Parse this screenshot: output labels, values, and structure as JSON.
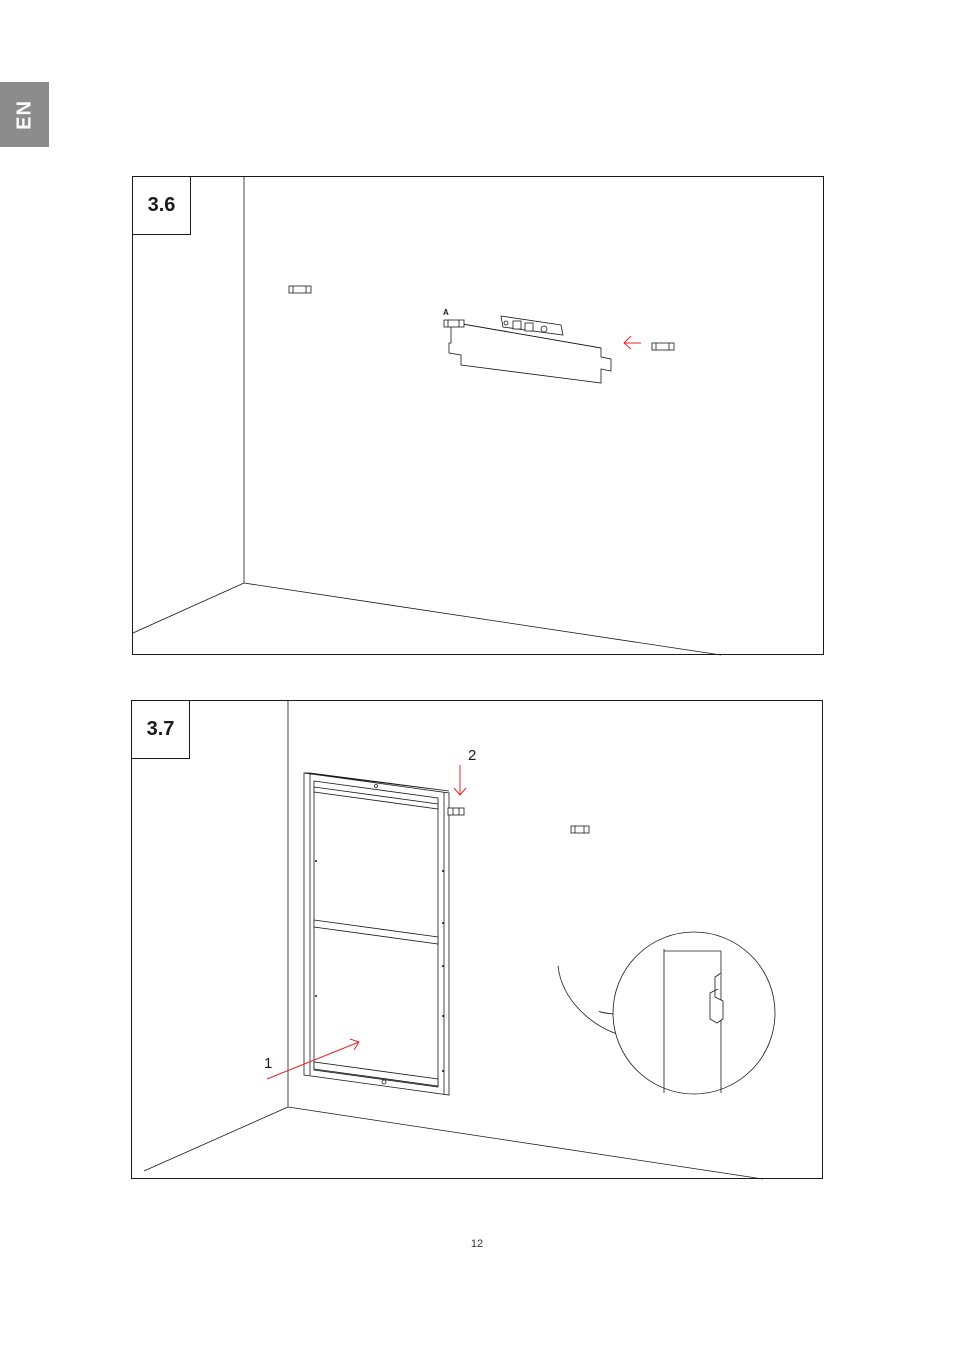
{
  "language_tab": "EN",
  "steps": [
    {
      "label": "3.6",
      "part_label": "A"
    },
    {
      "label": "3.7",
      "callout_1": "1",
      "callout_2": "2"
    }
  ],
  "page_number": "12",
  "colors": {
    "accent": "#e8262b",
    "line": "#1a1a1a",
    "tab": "#8c8c8c"
  }
}
